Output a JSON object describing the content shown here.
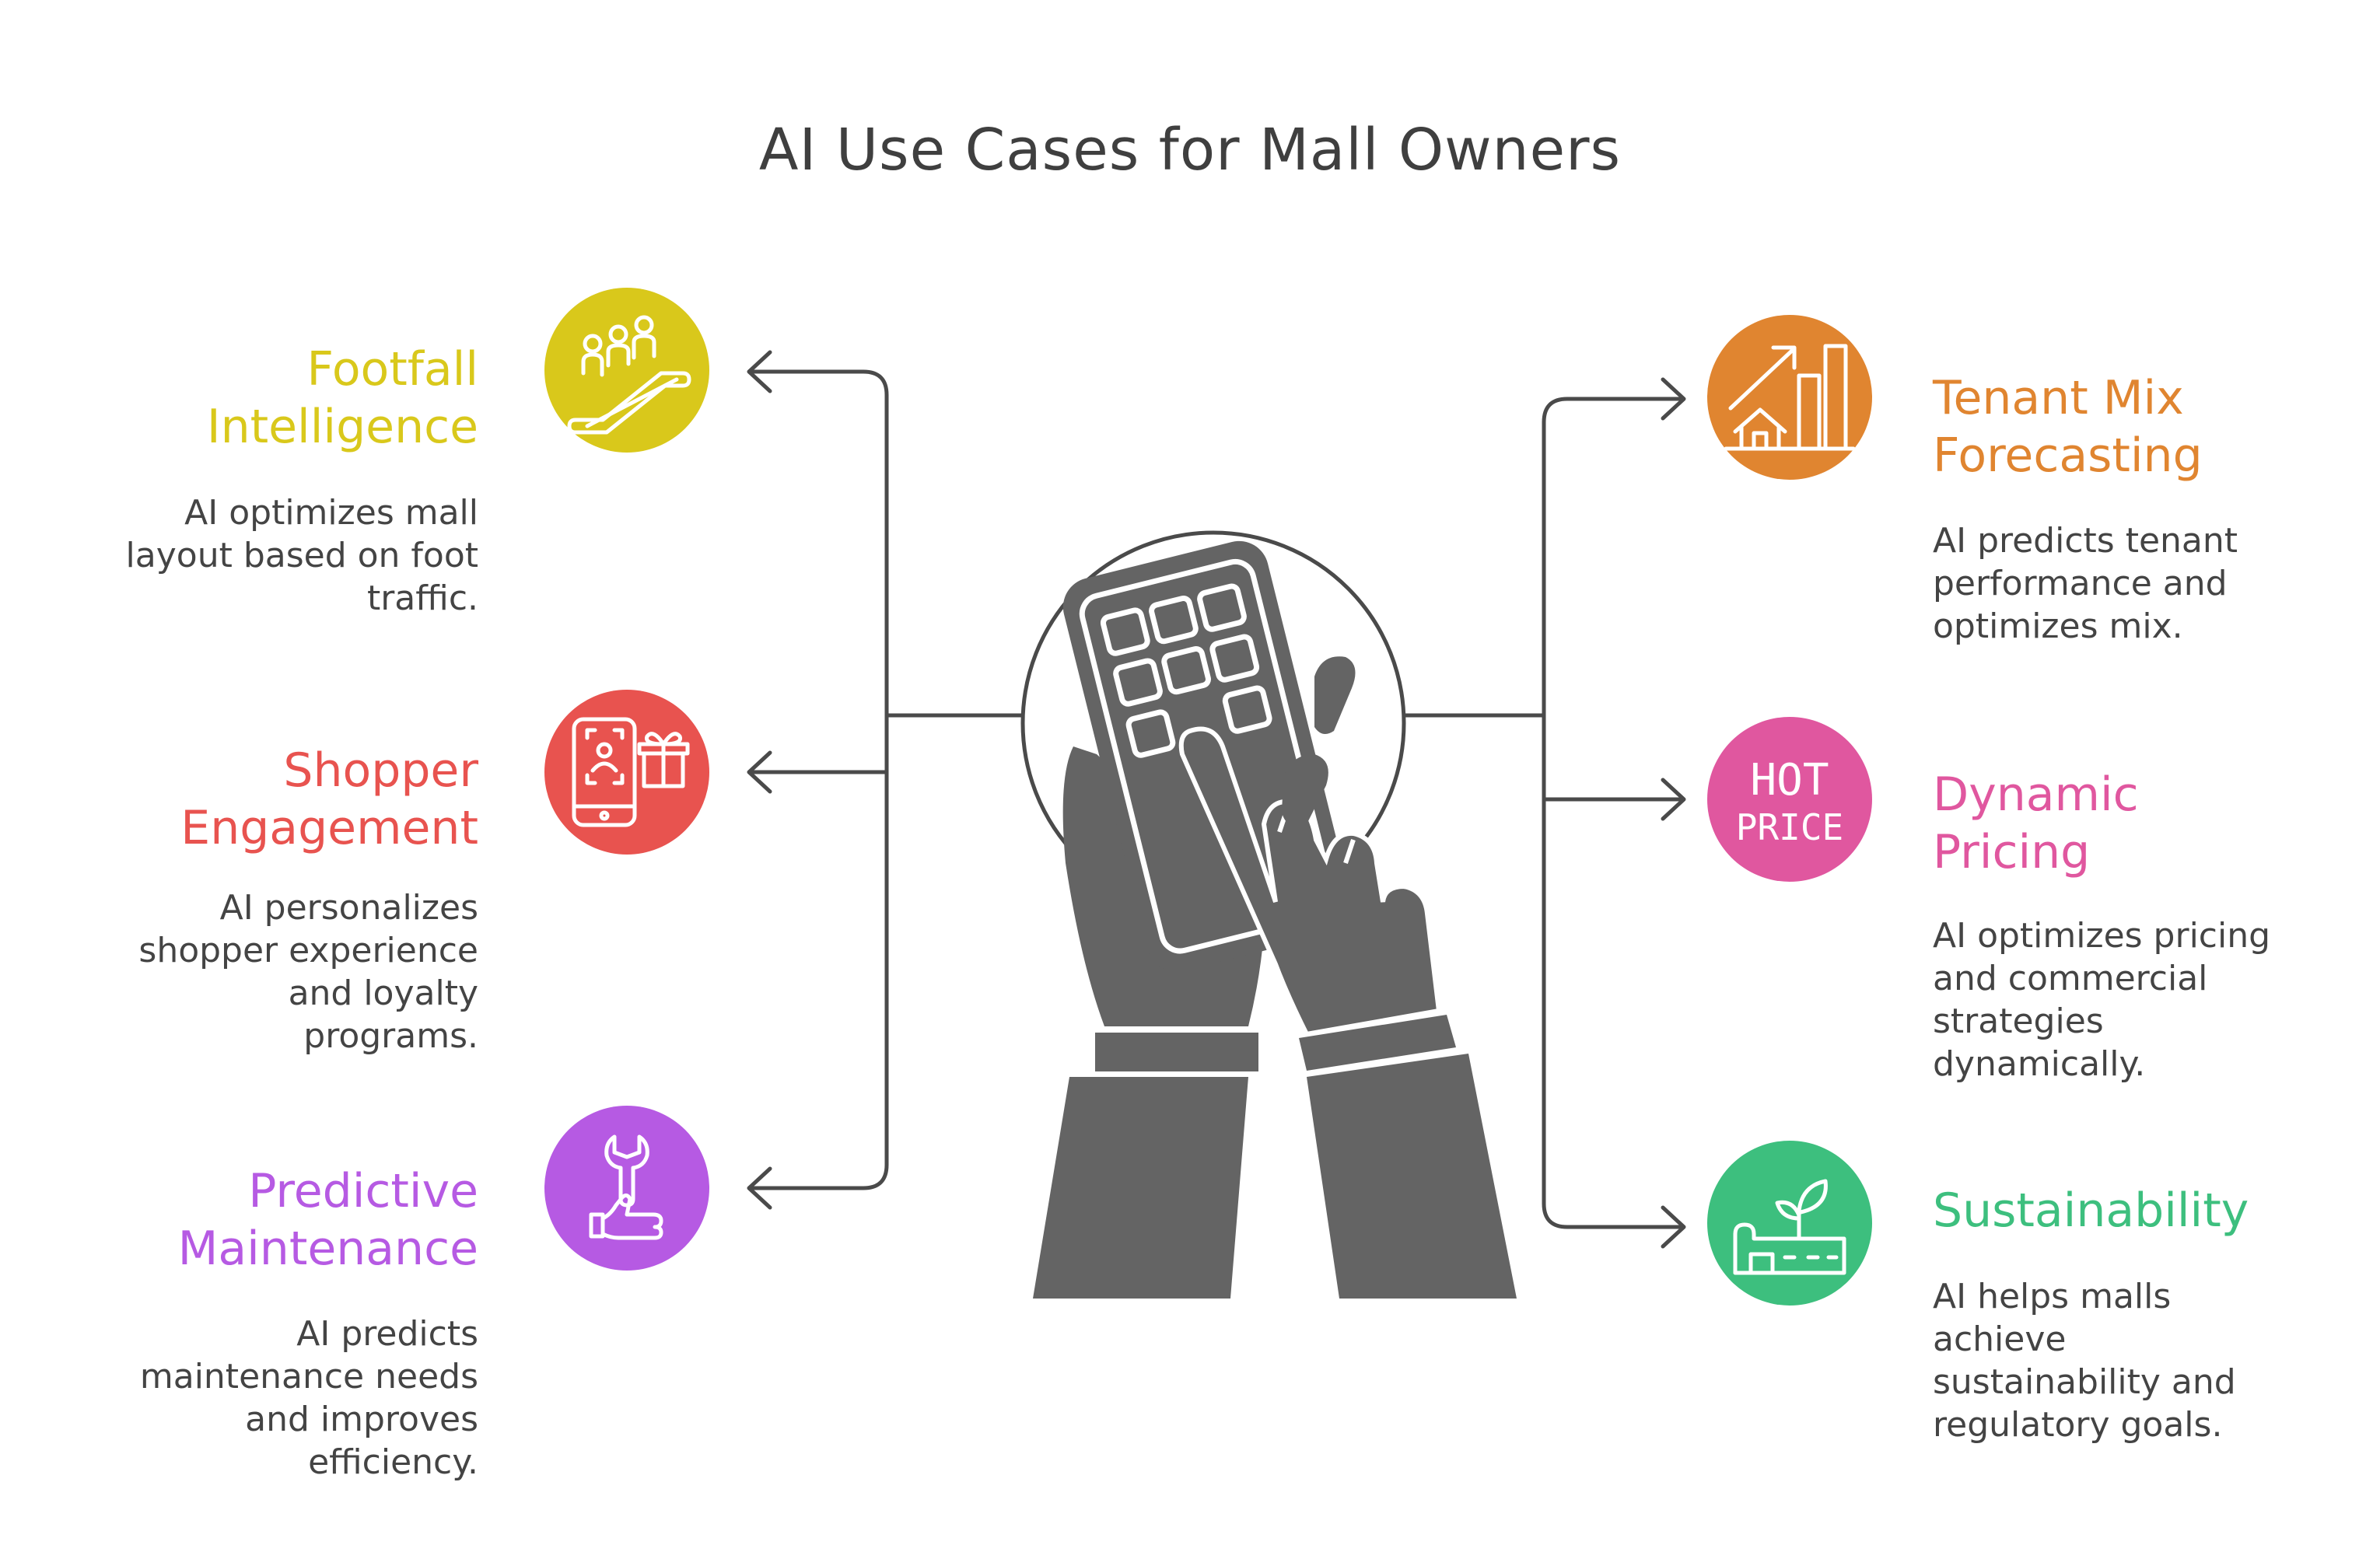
{
  "title": "AI Use Cases for Mall Owners",
  "use_cases": [
    {
      "id": "footfall",
      "side": "left",
      "heading_lines": [
        "Footfall",
        "Intelligence"
      ],
      "description_lines": [
        "AI optimizes mall",
        "layout based on foot",
        "traffic."
      ],
      "color": "#d9c81b",
      "icon": "escalator-people-icon"
    },
    {
      "id": "shopper",
      "side": "left",
      "heading_lines": [
        "Shopper",
        "Engagement"
      ],
      "description_lines": [
        "AI personalizes",
        "shopper experience",
        "and loyalty",
        "programs."
      ],
      "color": "#e8534f",
      "icon": "phone-gift-icon"
    },
    {
      "id": "maintenance",
      "side": "left",
      "heading_lines": [
        "Predictive",
        "Maintenance"
      ],
      "description_lines": [
        "AI predicts",
        "maintenance needs",
        "and improves",
        "efficiency."
      ],
      "color": "#b65ae3",
      "icon": "wrench-thumbs-up-icon"
    },
    {
      "id": "tenant",
      "side": "right",
      "heading_lines": [
        "Tenant Mix",
        "Forecasting"
      ],
      "description_lines": [
        "AI predicts tenant",
        "performance and",
        "optimizes mix."
      ],
      "color": "#e08530",
      "icon": "growth-chart-house-icon"
    },
    {
      "id": "pricing",
      "side": "right",
      "heading_lines": [
        "Dynamic",
        "Pricing"
      ],
      "description_lines": [
        "AI optimizes pricing",
        "and commercial",
        "strategies",
        "dynamically."
      ],
      "color": "#e0579f",
      "icon": "hot-price-icon",
      "icon_text": [
        "HOT",
        "PRICE"
      ]
    },
    {
      "id": "sustainability",
      "side": "right",
      "heading_lines": [
        "Sustainability"
      ],
      "description_lines": [
        "AI helps malls",
        "achieve",
        "sustainability and",
        "regulatory goals."
      ],
      "color": "#3dbf7e",
      "icon": "green-building-icon"
    }
  ],
  "center": {
    "icon": "hands-using-phone-icon",
    "line_color": "#4a4a4a",
    "fill_color": "#646464"
  }
}
